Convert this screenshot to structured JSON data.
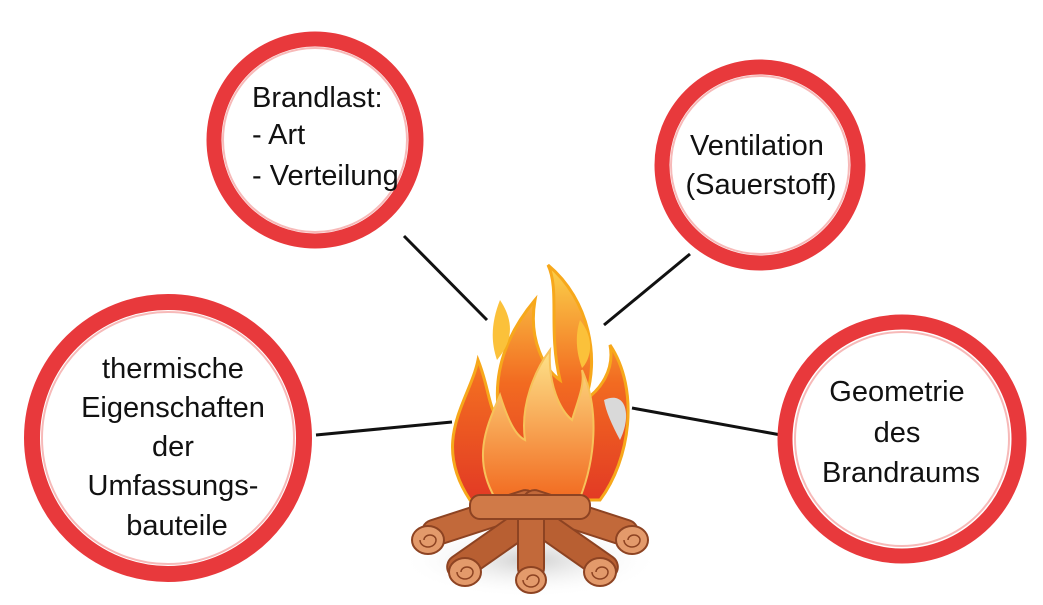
{
  "nodes": {
    "brandlast": {
      "lines": [
        "Brandlast:",
        "- Art",
        "- Verteilung"
      ]
    },
    "ventilation": {
      "lines": [
        "Ventilation",
        "(Sauerstoff)"
      ]
    },
    "thermische": {
      "lines": [
        "thermische",
        "Eigenschaften",
        "der",
        "Umfassungs-",
        "bauteile"
      ]
    },
    "geometrie": {
      "lines": [
        "Geometrie",
        "des",
        "Brandraums"
      ]
    }
  },
  "colors": {
    "ring": "#e8393c",
    "ring_inner": "#f06b6a",
    "connector": "#111111",
    "flame_outer": "#f7a81b",
    "flame_mid": "#f26b21",
    "flame_inner": "#e23a24",
    "wood": "#c2693a",
    "wood_dark": "#8d4322",
    "wood_light": "#e39a6b"
  },
  "center_icon": "campfire-icon"
}
